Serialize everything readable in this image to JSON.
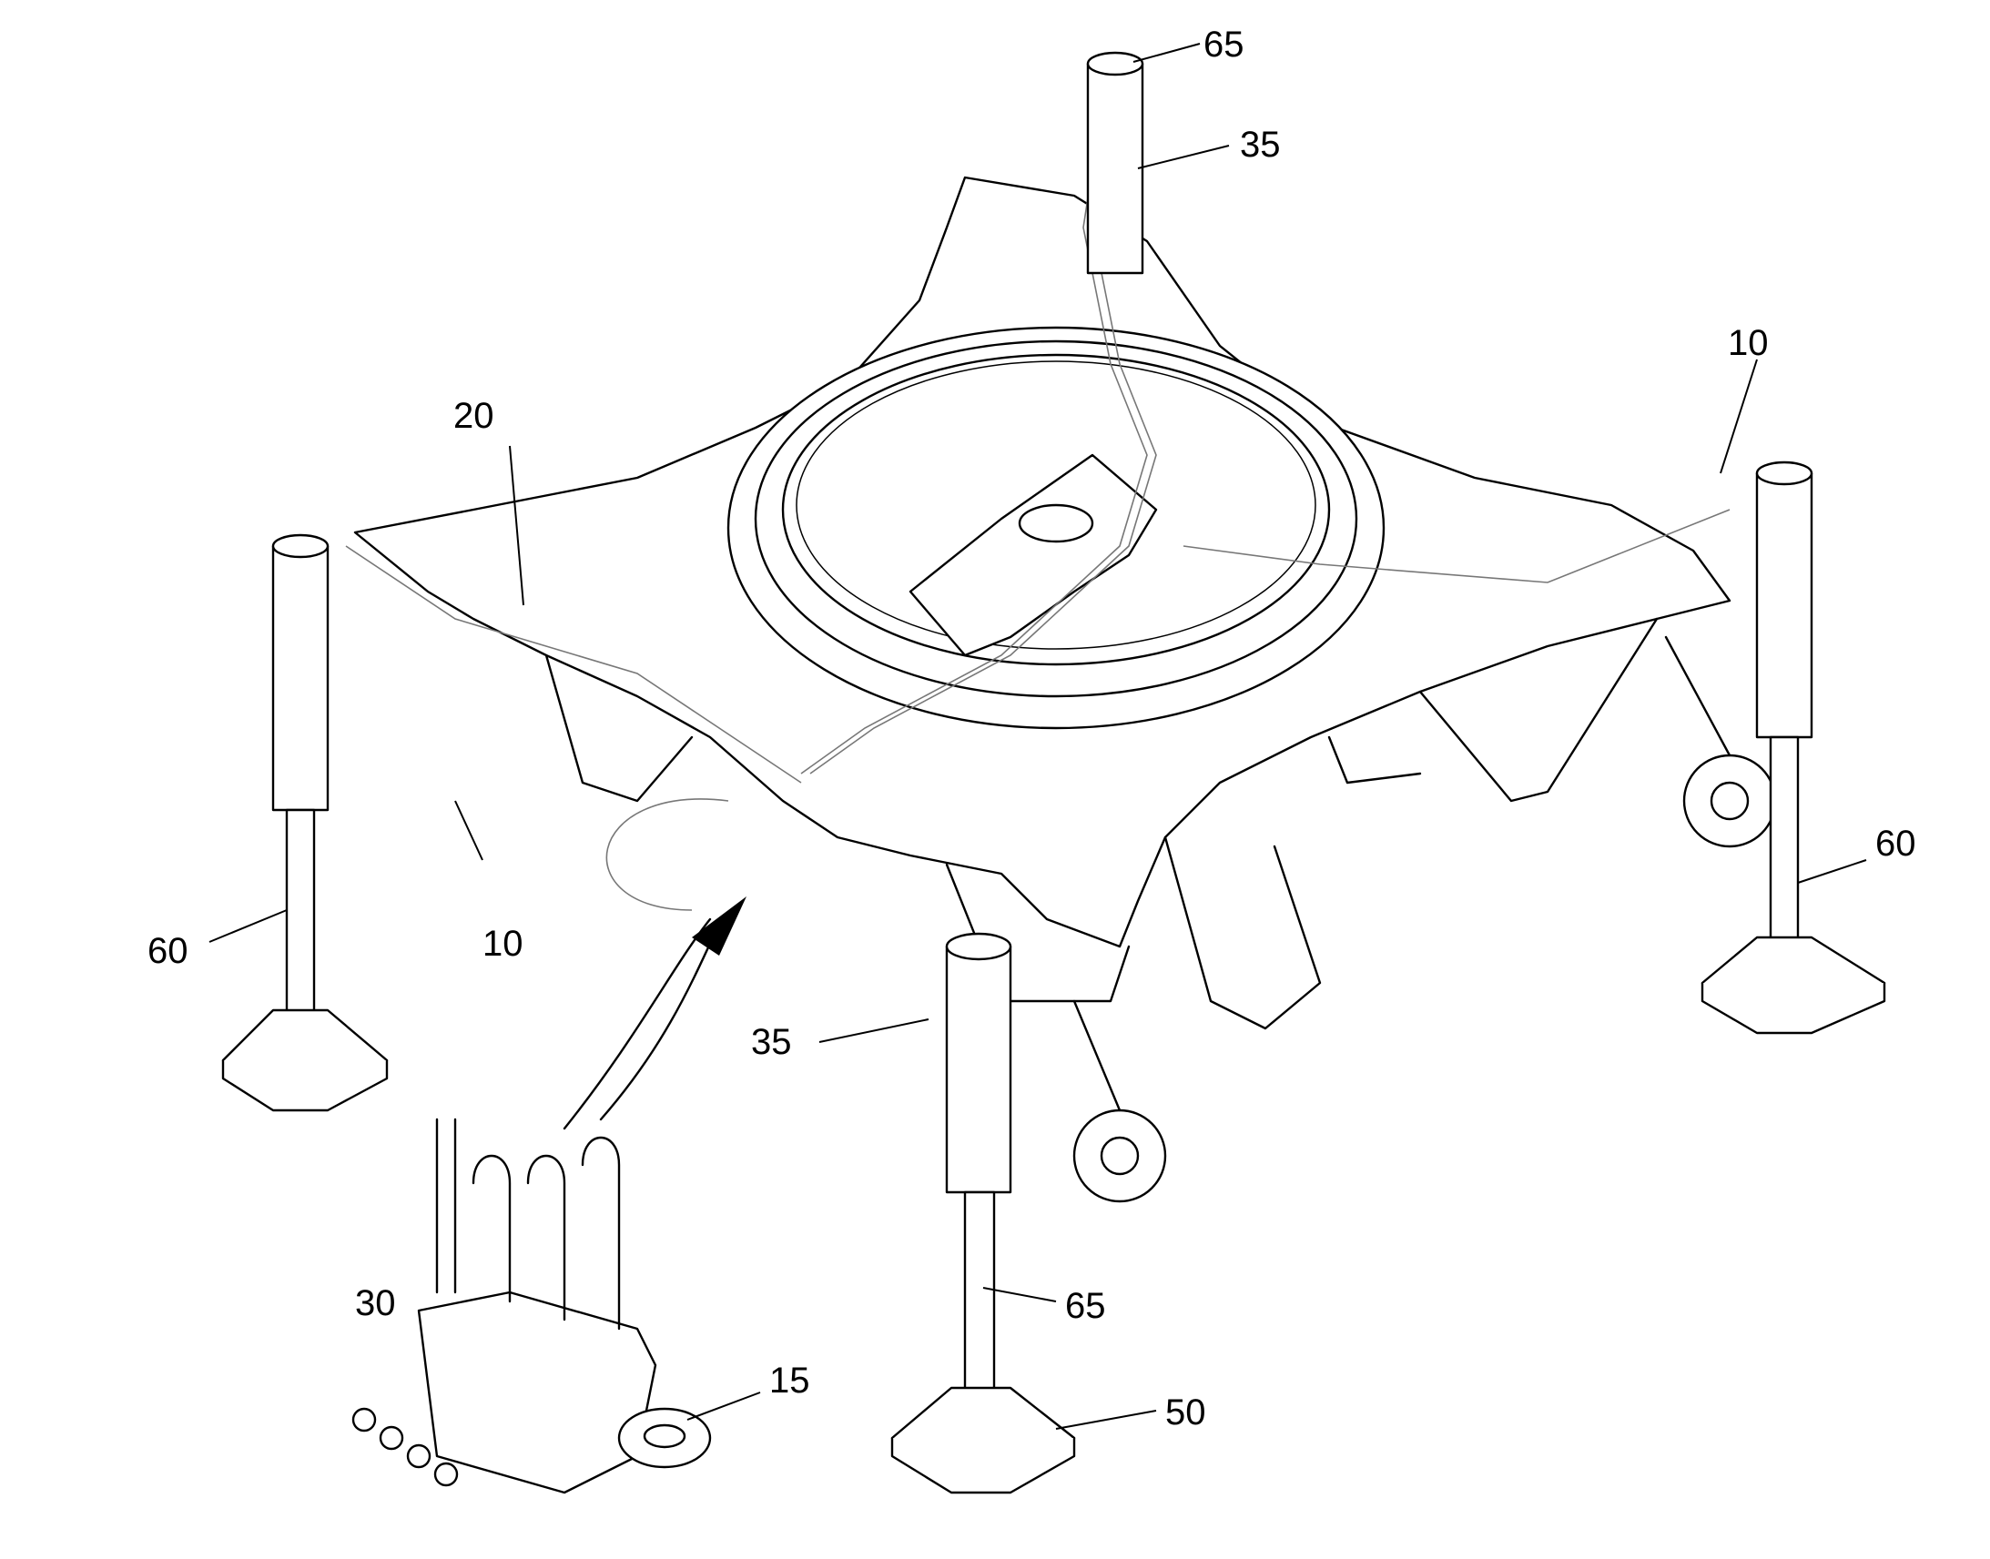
{
  "labels": [
    {
      "id": "top-65",
      "text": "65"
    },
    {
      "id": "top-35",
      "text": "35"
    },
    {
      "id": "right-10",
      "text": "10"
    },
    {
      "id": "left-20",
      "text": "20"
    },
    {
      "id": "left-10",
      "text": "10"
    },
    {
      "id": "right-60",
      "text": "60"
    },
    {
      "id": "left-60",
      "text": "60"
    },
    {
      "id": "front-35",
      "text": "35"
    },
    {
      "id": "front-65",
      "text": "65"
    },
    {
      "id": "detail-30",
      "text": "30"
    },
    {
      "id": "detail-15",
      "text": "15"
    },
    {
      "id": "front-50",
      "text": "50"
    }
  ]
}
